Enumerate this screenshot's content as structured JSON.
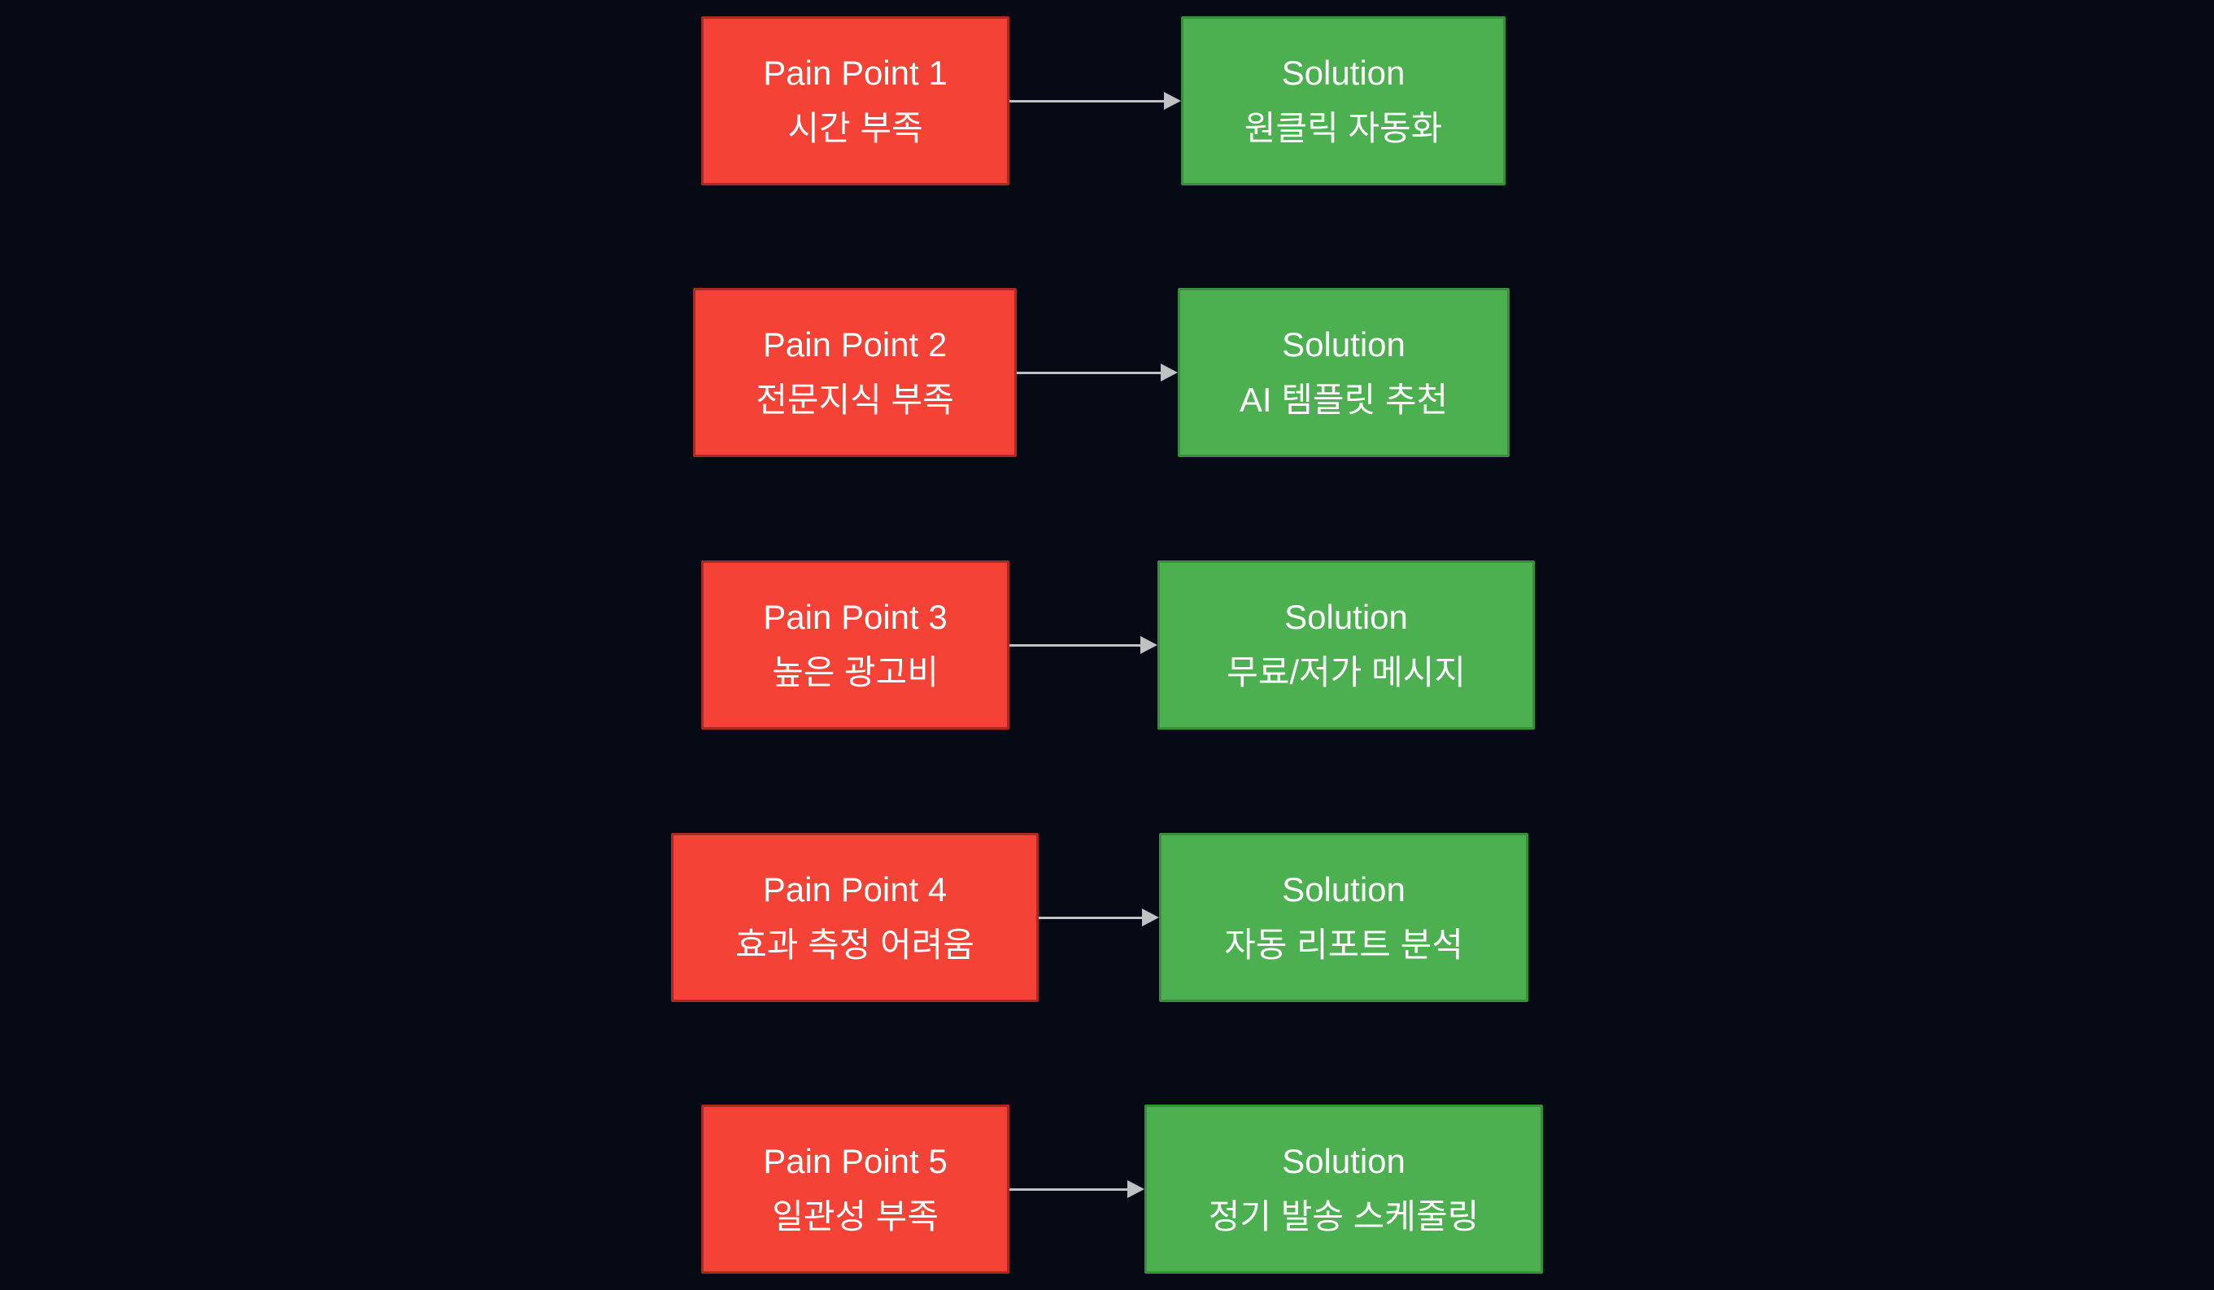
{
  "colors": {
    "bg": "#050a14",
    "pain_fill": "#f44336",
    "pain_stroke": "#a82a22",
    "solution_fill": "#4caf50",
    "solution_stroke": "#388e3c",
    "arrow_color": "#bfc2c5",
    "text_color": "#ffffff"
  },
  "rows": [
    {
      "pain_title": "Pain Point 1",
      "pain_text": "시간 부족",
      "solution_title": "Solution",
      "solution_text": "원클릭 자동화"
    },
    {
      "pain_title": "Pain Point 2",
      "pain_text": "전문지식 부족",
      "solution_title": "Solution",
      "solution_text": "AI 템플릿 추천"
    },
    {
      "pain_title": "Pain Point 3",
      "pain_text": "높은 광고비",
      "solution_title": "Solution",
      "solution_text": "무료/저가 메시지"
    },
    {
      "pain_title": "Pain Point 4",
      "pain_text": "효과 측정 어려움",
      "solution_title": "Solution",
      "solution_text": "자동 리포트 분석"
    },
    {
      "pain_title": "Pain Point 5",
      "pain_text": "일관성 부족",
      "solution_title": "Solution",
      "solution_text": "정기 발송 스케줄링"
    }
  ]
}
